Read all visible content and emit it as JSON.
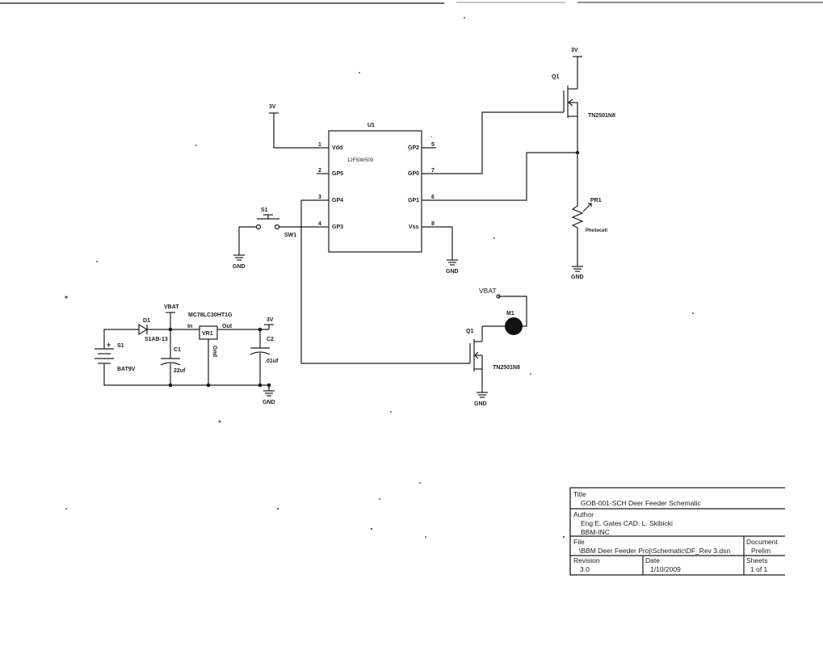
{
  "ic": {
    "ref": "U1",
    "part": "12F508/509",
    "pins": [
      {
        "num": "1",
        "name": "Vdd"
      },
      {
        "num": "2",
        "name": "GP5"
      },
      {
        "num": "3",
        "name": "GP4"
      },
      {
        "num": "4",
        "name": "GP3"
      },
      {
        "num": "5",
        "name": "GP2"
      },
      {
        "num": "7",
        "name": "GP0"
      },
      {
        "num": "6",
        "name": "GP1"
      },
      {
        "num": "8",
        "name": "Vss"
      }
    ]
  },
  "labels": {
    "v3_top": "3V",
    "v3_q1": "3V",
    "v3_reg": "3V",
    "vbat_reg": "VBAT",
    "vbat_motor": "VBAT",
    "gnd": "GND"
  },
  "switch": {
    "ref": "S1",
    "name": "SW1"
  },
  "q_top": {
    "ref": "Q1",
    "part": "TN2501N8"
  },
  "q_bottom": {
    "ref": "Q1",
    "part": "TN2501N8"
  },
  "photocell": {
    "ref": "PR1",
    "name": "Photocell"
  },
  "motor": {
    "ref": "M1"
  },
  "battery": {
    "ref": "S1",
    "name": "BAT9V",
    "plus": "+"
  },
  "diode": {
    "ref": "D1",
    "part": "S1AB-13"
  },
  "regulator": {
    "part": "MC78LC30HT1G",
    "ref": "VR1",
    "in": "In",
    "out": "Out",
    "gnd": "Gnd"
  },
  "cap1": {
    "ref": "C1",
    "value": "22uf"
  },
  "cap2": {
    "ref": "C2",
    "value": ".01uf"
  },
  "title_block": {
    "title_label": "Title",
    "title": "GOB-001-SCH Deer Feeder Schematic",
    "author_label": "Author",
    "author": "Eng:E. Gates CAD: L. Skibicki",
    "company": "BBM-INC",
    "file_label": "File",
    "file": "\\BBM Deer Feeder Proj\\Schematic\\DF_Rev 3.dsn",
    "document_label": "Document",
    "document": "Prelim",
    "revision_label": "Revision",
    "revision": "3.0",
    "date_label": "Date",
    "date": "1/10/2009",
    "sheets_label": "Sheets",
    "sheets": "1 of 1"
  }
}
